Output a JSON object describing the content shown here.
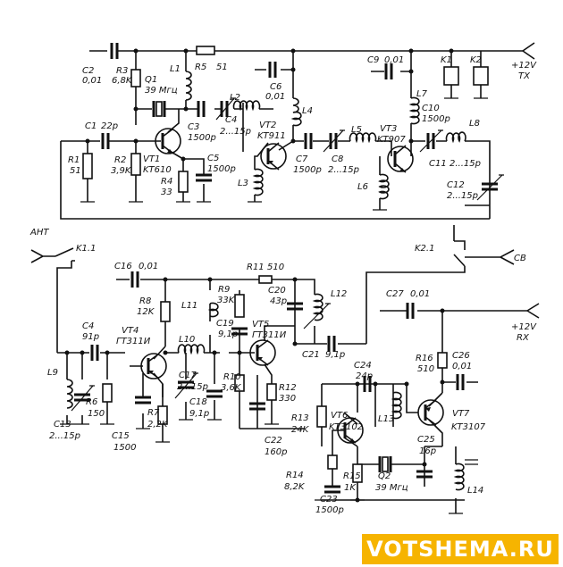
{
  "components": {
    "C2": {
      "ref": "C2",
      "value": "0,01"
    },
    "R3": {
      "ref": "R3",
      "value": "6,8K"
    },
    "Q1": {
      "ref": "Q1",
      "value": "39 Мгц"
    },
    "L1": {
      "ref": "L1"
    },
    "R5": {
      "ref": "R5",
      "value": "51"
    },
    "C6": {
      "ref": "C6",
      "value": "0,01"
    },
    "C9": {
      "ref": "C9",
      "value": "0,01"
    },
    "K1": {
      "ref": "K1"
    },
    "K2": {
      "ref": "K2"
    },
    "L7": {
      "ref": "L7"
    },
    "C10": {
      "ref": "C10",
      "value": "1500p"
    },
    "L2": {
      "ref": "L2"
    },
    "C4t": {
      "ref": "C4",
      "value": "2...15p"
    },
    "C1": {
      "ref": "C1",
      "value": "22p"
    },
    "C3": {
      "ref": "C3",
      "value": "1500p"
    },
    "VT2": {
      "ref": "VT2",
      "value": "KT911"
    },
    "L4": {
      "ref": "L4"
    },
    "L5": {
      "ref": "L5"
    },
    "VT3": {
      "ref": "VT3",
      "value": "KT907"
    },
    "L8": {
      "ref": "L8"
    },
    "R1": {
      "ref": "R1",
      "value": "51"
    },
    "R2": {
      "ref": "R2",
      "value": "3,9K"
    },
    "VT1": {
      "ref": "VT1",
      "value": "KT610"
    },
    "C5": {
      "ref": "C5",
      "value": "1500p"
    },
    "C7": {
      "ref": "C7",
      "value": "1500p"
    },
    "C8": {
      "ref": "C8",
      "value": "2...15p"
    },
    "C11": {
      "ref": "C11",
      "value": "2...15p"
    },
    "R4": {
      "ref": "R4",
      "value": "33"
    },
    "L3": {
      "ref": "L3"
    },
    "L6": {
      "ref": "L6"
    },
    "C12": {
      "ref": "C12",
      "value": "2...15p"
    },
    "K11": {
      "ref": "K1.1"
    },
    "K21": {
      "ref": "K2.1"
    },
    "C16": {
      "ref": "C16",
      "value": "0,01"
    },
    "R11": {
      "ref": "R11",
      "value": "510"
    },
    "R8": {
      "ref": "R8",
      "value": "12K"
    },
    "R9": {
      "ref": "R9",
      "value": "33K"
    },
    "C20": {
      "ref": "C20",
      "value": "43p"
    },
    "L12": {
      "ref": "L12"
    },
    "C27": {
      "ref": "C27",
      "value": "0,01"
    },
    "L11": {
      "ref": "L11"
    },
    "C19": {
      "ref": "C19",
      "value": "9,1p"
    },
    "VT5": {
      "ref": "VT5",
      "value": "ГТ311И"
    },
    "C4b": {
      "ref": "C4",
      "value": "91p"
    },
    "VT4": {
      "ref": "VT4",
      "value": "ГТ311И"
    },
    "L10": {
      "ref": "L10"
    },
    "C21": {
      "ref": "C21",
      "value": "9,1p"
    },
    "R16": {
      "ref": "R16",
      "value": "510"
    },
    "C26": {
      "ref": "C26",
      "value": "0,01"
    },
    "C24": {
      "ref": "C24",
      "value": "24p"
    },
    "L9": {
      "ref": "L9"
    },
    "R6": {
      "ref": "R6",
      "value": "150"
    },
    "C17": {
      "ref": "C17",
      "value": "2...15p"
    },
    "R10": {
      "ref": "R10",
      "value": "3,6K"
    },
    "R12": {
      "ref": "R12",
      "value": "330"
    },
    "L13": {
      "ref": "L13"
    },
    "VT7": {
      "ref": "VT7",
      "value": "KT3107"
    },
    "C13": {
      "ref": "C13",
      "value": "2...15p"
    },
    "R7": {
      "ref": "R7",
      "value": "2,2K"
    },
    "C18": {
      "ref": "C18",
      "value": "9,1p"
    },
    "R13": {
      "ref": "R13",
      "value": "24K"
    },
    "VT6": {
      "ref": "VT6",
      "value": "KT3102"
    },
    "C15": {
      "ref": "C15",
      "value": "1500"
    },
    "C22": {
      "ref": "C22",
      "value": "160p"
    },
    "C25": {
      "ref": "C25",
      "value": "16p"
    },
    "R14": {
      "ref": "R14",
      "value": "8,2K"
    },
    "R15": {
      "ref": "R15",
      "value": "1K"
    },
    "Q2": {
      "ref": "Q2",
      "value": "39 Мгц"
    },
    "L14": {
      "ref": "L14"
    },
    "C23": {
      "ref": "C23",
      "value": "1500p"
    }
  },
  "terminals": {
    "ant": "АНТ",
    "cb": "СВ",
    "tx_power": "+12V",
    "tx_mode": "ТХ",
    "rx_power": "+12V",
    "rx_mode": "RX"
  },
  "watermark": "VOTSHEMA.RU"
}
